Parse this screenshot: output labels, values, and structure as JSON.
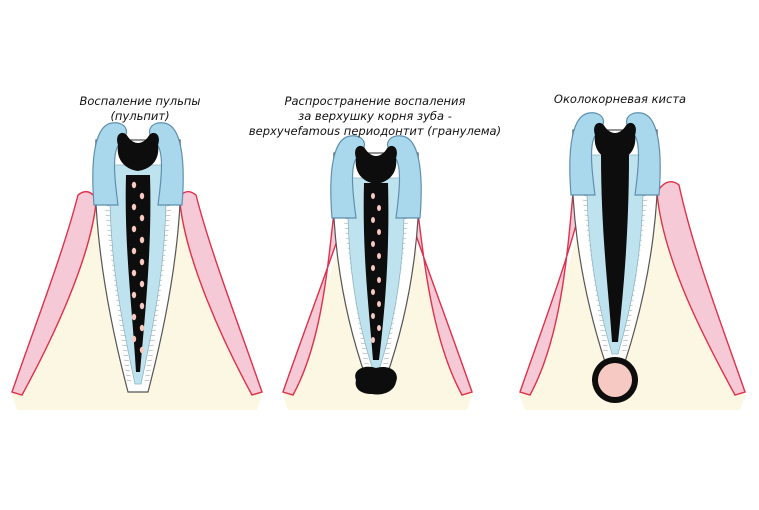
{
  "panels": [
    {
      "id": "pulpitis",
      "caption_lines": [
        "Воспаление пульпы",
        "(пульпит)"
      ]
    },
    {
      "id": "granuloma",
      "caption_lines": [
        "Распространение воспаления",
        "за верхушку корня зуба -",
        "верхучеfamous периодонтит (гранулема)"
      ]
    },
    {
      "id": "cyst",
      "caption_lines": [
        "Околокорневая киста"
      ]
    }
  ],
  "colors": {
    "gum_outline": "#e0304a",
    "gum_fill": "#f5c9d6",
    "bone_fill": "#fbf7e2",
    "enamel_fill": "#a9d8ec",
    "enamel_outline": "#5f8fae",
    "dentin_fill": "#ffffff",
    "pulp_fill": "#bfe3ee",
    "infection": "#0d0d0d",
    "cyst_fill": "#f6c9c2"
  }
}
